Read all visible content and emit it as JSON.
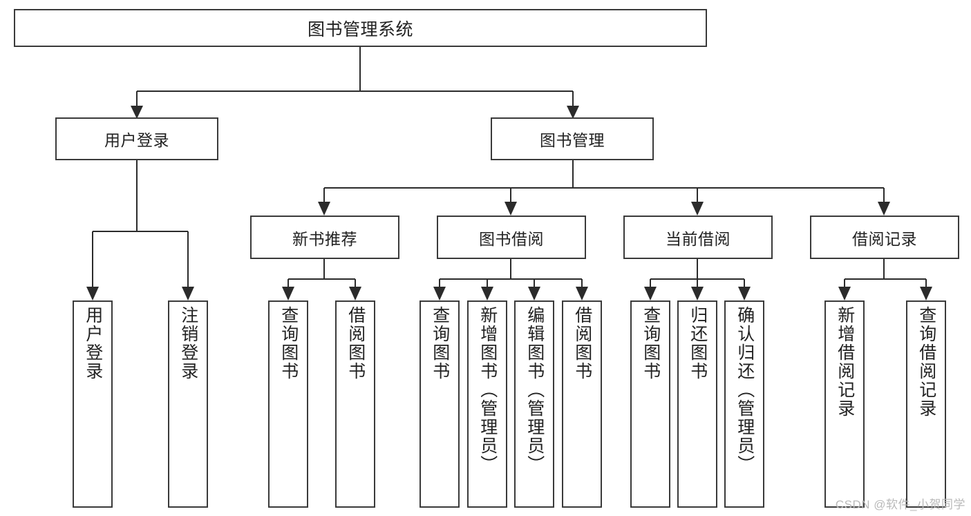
{
  "diagram": {
    "type": "tree-hierarchy",
    "title": "图书管理系统",
    "root": {
      "label": "图书管理系统"
    },
    "tier2": [
      {
        "label": "用户登录"
      },
      {
        "label": "图书管理"
      }
    ],
    "tier3": [
      {
        "label": "新书推荐"
      },
      {
        "label": "图书借阅"
      },
      {
        "label": "当前借阅"
      },
      {
        "label": "借阅记录"
      }
    ],
    "leaves": [
      {
        "label": "用户登录"
      },
      {
        "label": "注销登录"
      },
      {
        "label": "查询图书"
      },
      {
        "label": "借阅图书"
      },
      {
        "label": "查询图书"
      },
      {
        "label": "新增图书（管理员）"
      },
      {
        "label": "编辑图书（管理员）"
      },
      {
        "label": "借阅图书"
      },
      {
        "label": "查询图书"
      },
      {
        "label": "归还图书"
      },
      {
        "label": "确认归还（管理员）"
      },
      {
        "label": "新增借阅记录"
      },
      {
        "label": "查询借阅记录"
      }
    ],
    "watermark": "CSDN @软件_小贺同学",
    "colors": {
      "stroke": "#3a3a3a",
      "connector": "#2b2b2b",
      "background": "#ffffff",
      "text": "#222222",
      "watermark": "#b9b9b9"
    }
  }
}
